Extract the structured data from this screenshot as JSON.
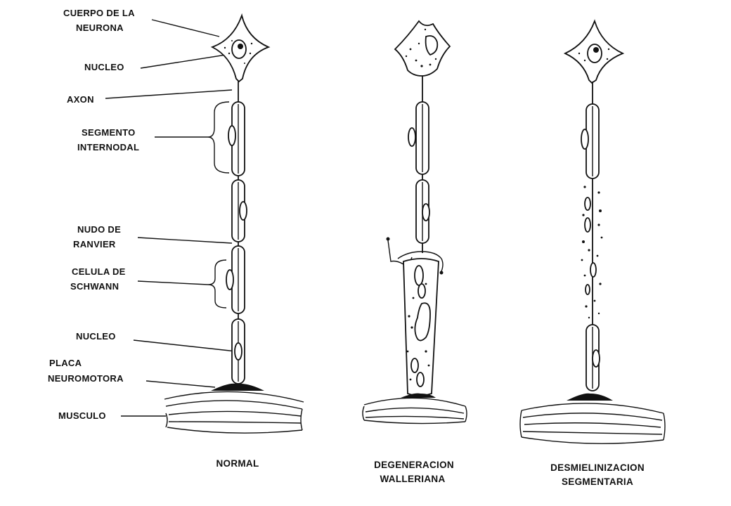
{
  "labels": {
    "cuerpo_1": "CUERPO DE LA",
    "cuerpo_2": "NEURONA",
    "nucleo_top": "NUCLEO",
    "axon": "AXON",
    "segmento_1": "SEGMENTO",
    "segmento_2": "INTERNODAL",
    "nudo_1": "NUDO DE",
    "nudo_2": "RANVIER",
    "celula_1": "CELULA DE",
    "celula_2": "SCHWANN",
    "nucleo_bottom": "NUCLEO",
    "placa_1": "PLACA",
    "placa_2": "NEUROMOTORA",
    "musculo": "MUSCULO"
  },
  "captions": {
    "normal": "NORMAL",
    "walleriana_1": "DEGENERACION",
    "walleriana_2": "WALLERIANA",
    "desmielinizacion_1": "DESMIELINIZACION",
    "desmielinizacion_2": "SEGMENTARIA"
  }
}
